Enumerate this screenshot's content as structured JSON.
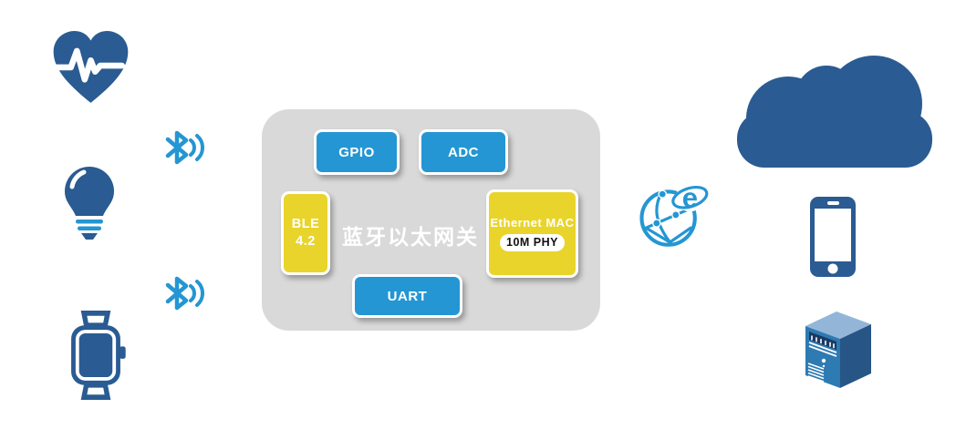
{
  "colors": {
    "device_dark_blue": "#2a5b92",
    "bluetooth_light_blue": "#2496d3",
    "chip_blue": "#2496d3",
    "chip_yellow": "#e9d42b",
    "gateway_box_gray": "#d9d9d9",
    "phy_badge_bg": "#ffffff",
    "phy_badge_text": "#111111",
    "server_top_face": "#93b6d8",
    "server_front_face": "#2e7ab2",
    "server_side_face": "#275586"
  },
  "gateway": {
    "title": "蓝牙以太网关",
    "gpio_label": "GPIO",
    "adc_label": "ADC",
    "uart_label": "UART",
    "ble_line1": "BLE",
    "ble_line2": "4.2",
    "ethernet_mac_label": "Ethernet MAC",
    "phy_badge": "10M PHY"
  },
  "icons": {
    "left_devices": [
      "heart-rate-monitor-icon",
      "light-bulb-icon",
      "smart-watch-icon"
    ],
    "link_icons": [
      "bluetooth-icon",
      "bluetooth-icon"
    ],
    "internet_icon": "internet-globe-e-icon",
    "internet_letter": "e",
    "right_devices": [
      "cloud-icon",
      "smartphone-icon",
      "server-icon"
    ]
  }
}
